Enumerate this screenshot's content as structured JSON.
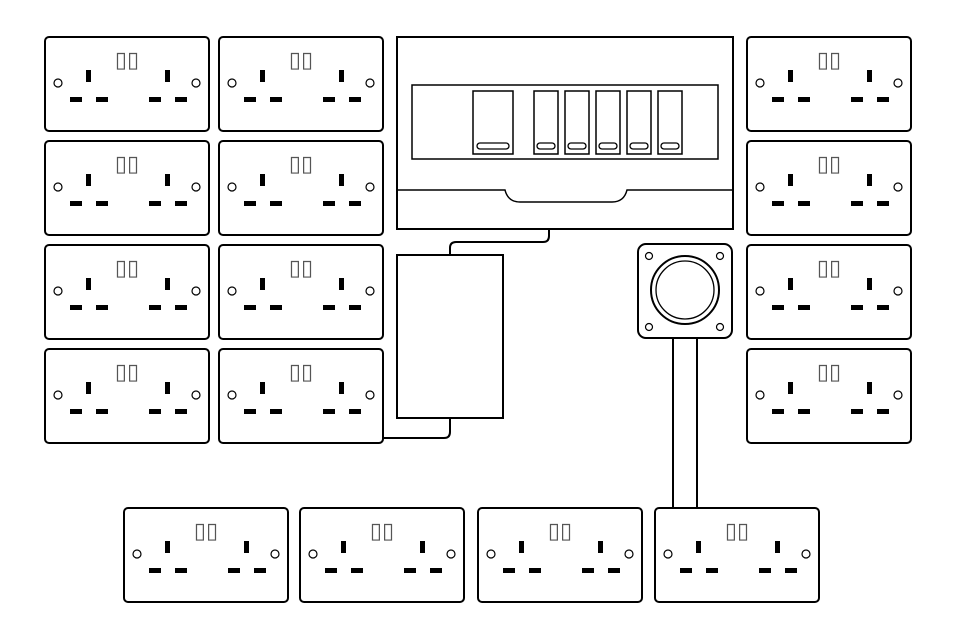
{
  "colors": {
    "stroke": "#000000",
    "fill": "#ffffff",
    "switch_glyph": "#555555"
  },
  "socket": {
    "switch_glyph": "▯▯",
    "icon": "twin-uk-socket-icon"
  },
  "sockets": [
    {
      "id": "L1",
      "group": "left"
    },
    {
      "id": "L2",
      "group": "left"
    },
    {
      "id": "L3",
      "group": "left"
    },
    {
      "id": "L4",
      "group": "left"
    },
    {
      "id": "L5",
      "group": "left"
    },
    {
      "id": "L6",
      "group": "left"
    },
    {
      "id": "L7",
      "group": "left"
    },
    {
      "id": "L8",
      "group": "left"
    },
    {
      "id": "R1",
      "group": "right"
    },
    {
      "id": "R2",
      "group": "right"
    },
    {
      "id": "R3",
      "group": "right"
    },
    {
      "id": "R4",
      "group": "right"
    },
    {
      "id": "B1",
      "group": "bottom"
    },
    {
      "id": "B2",
      "group": "bottom"
    },
    {
      "id": "B3",
      "group": "bottom"
    },
    {
      "id": "B4",
      "group": "bottom"
    }
  ],
  "consumer_unit": {
    "icon": "consumer-unit-icon",
    "main_switch_count": 1,
    "breaker_count": 5
  },
  "rcd_box": {
    "icon": "rectangular-box-icon"
  },
  "industrial_socket": {
    "icon": "round-industrial-socket-icon"
  }
}
